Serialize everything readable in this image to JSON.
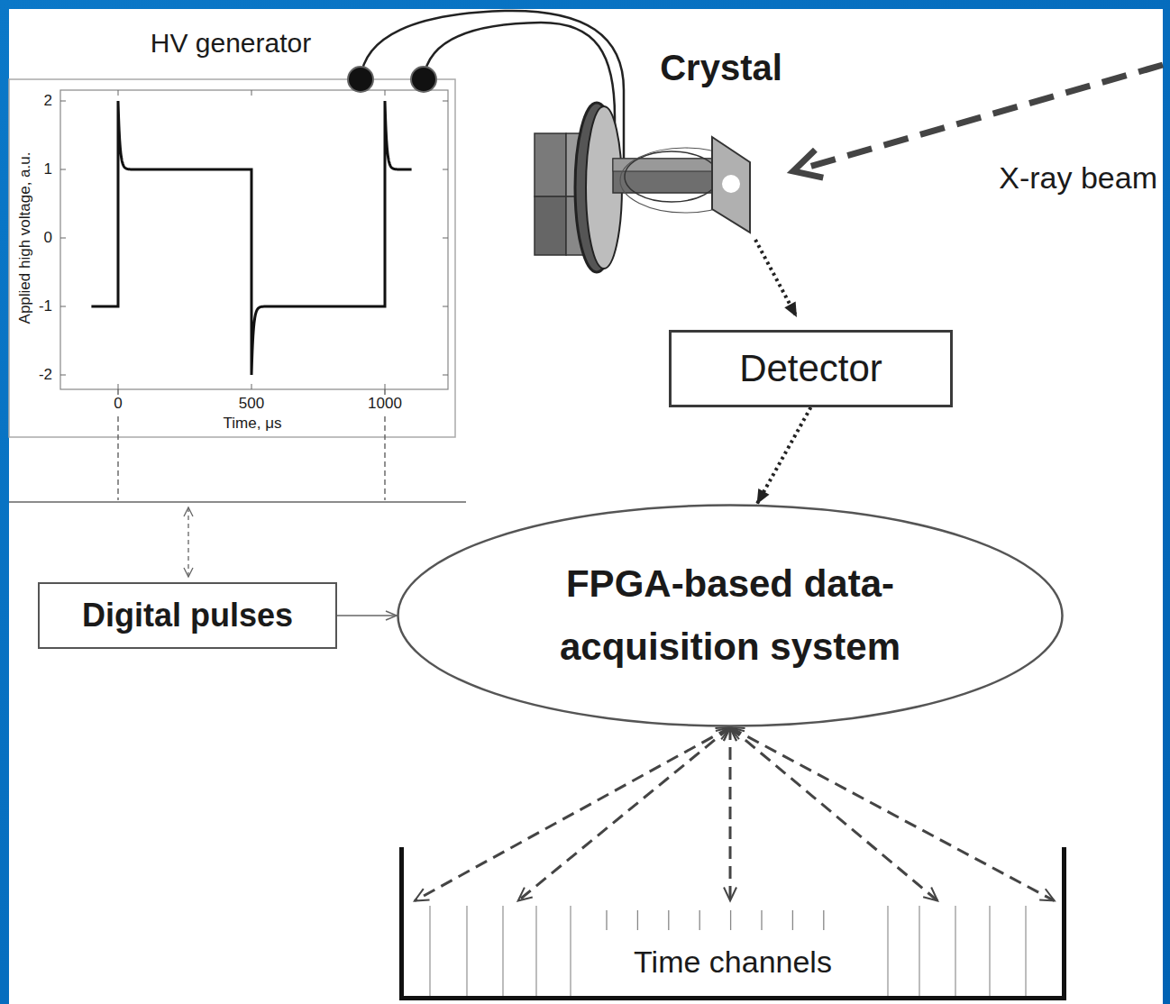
{
  "diagram": {
    "nodes": [
      {
        "text": [
          "Detector"
        ]
      },
      {
        "text": [
          "Digital pulses"
        ]
      },
      {
        "text": [
          "FPGA-based data-acquisition system"
        ]
      },
      {
        "text": [
          "Time channels"
        ]
      }
    ],
    "edges": [
      {
        "from": 0,
        "to": 2,
        "arrow": "to"
      },
      {
        "from": 1,
        "to": 2,
        "arrow": "to"
      },
      {
        "from": 2,
        "to": 3,
        "arrow": "both"
      },
      {
        "from": 2,
        "to": 3,
        "arrow": "both"
      },
      {
        "from": 2,
        "to": 3,
        "arrow": "both"
      },
      {
        "from": 2,
        "to": 3,
        "arrow": "both"
      },
      {
        "from": 2,
        "to": 3,
        "arrow": "both"
      }
    ],
    "labels": [
      "HV generator",
      "Crystal",
      "X-ray beam",
      "Applied high voltage, a.u.",
      "Time, μs",
      "2",
      "1",
      "0",
      "-1",
      "-2",
      "0",
      "500",
      "1000"
    ]
  }
}
